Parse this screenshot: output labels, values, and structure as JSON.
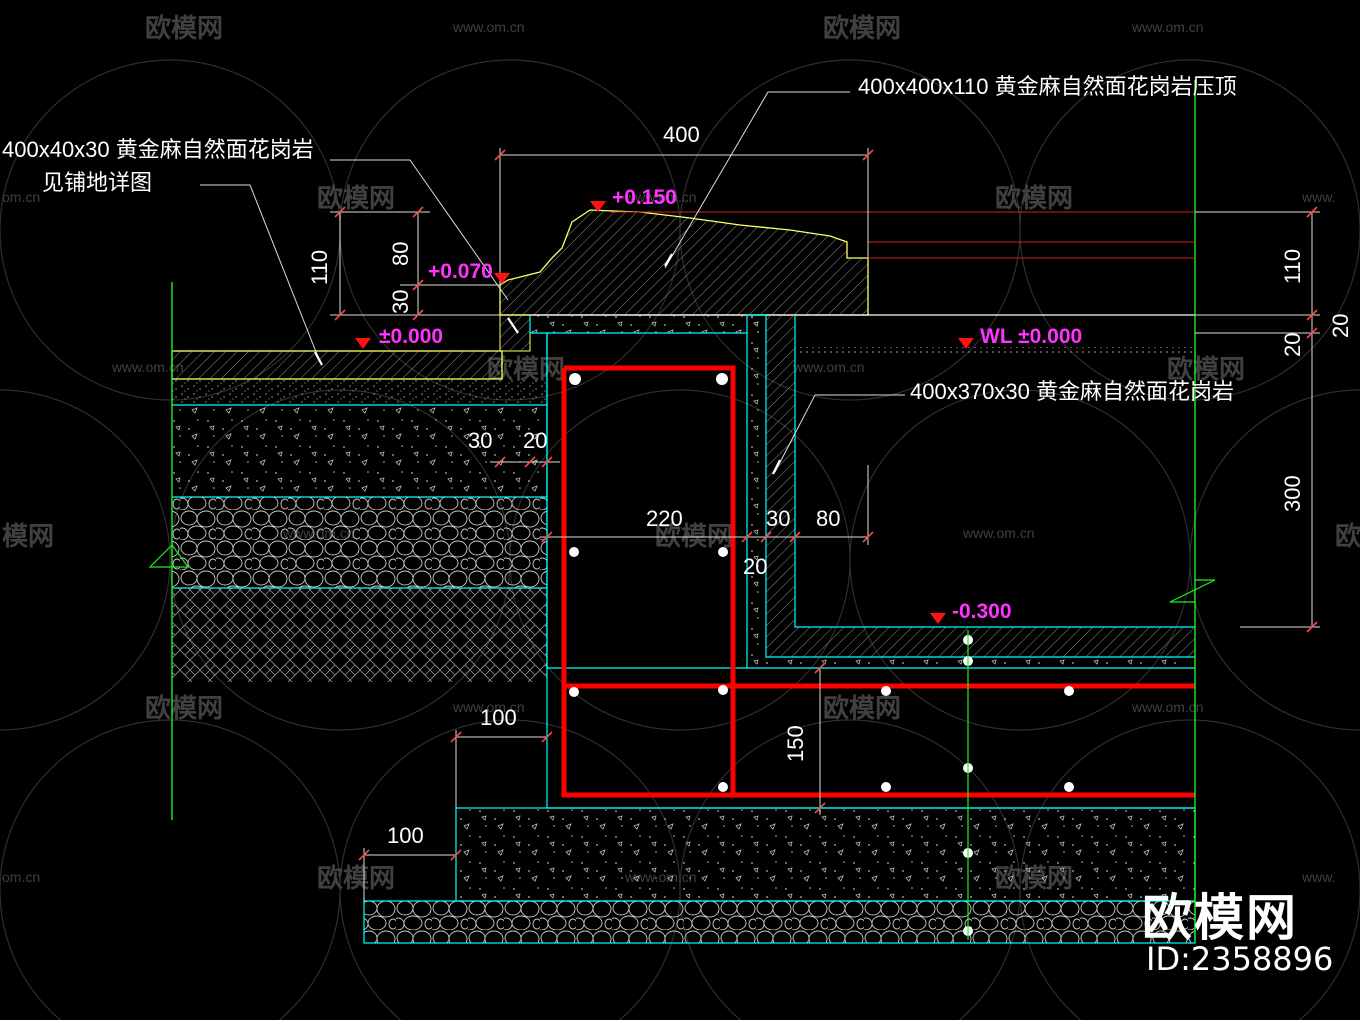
{
  "watermark": {
    "brand": "欧模网",
    "site": "www.om.cn",
    "site_short": "om.cn",
    "brand_partial": "模网",
    "site_partial": "www.",
    "brand_cut": "欧"
  },
  "logo": {
    "name": "欧模网",
    "id": "ID:2358896"
  },
  "annotations": {
    "coping": "400x400x110 黄金麻自然面花岗岩压顶",
    "paving_line1": "400x40x30 黄金麻自然面花岗岩",
    "paving_line2": "见铺地详图",
    "wall_cladding": "400x370x30 黄金麻自然面花岗岩"
  },
  "elevations": {
    "coping_top": "+0.150",
    "step": "+0.070",
    "ground": "±0.000",
    "water": "WL ±0.000",
    "pool_bottom": "-0.300"
  },
  "dimensions": {
    "coping_width": "400",
    "coping_height": "110",
    "upper_80": "80",
    "upper_30": "30",
    "right_110": "110",
    "right_20a": "20",
    "right_20b": "20",
    "right_300": "300",
    "d30_left": "30",
    "d20_left": "20",
    "wall_220": "220",
    "d30_right": "30",
    "d80_right": "80",
    "d20_mid": "20",
    "d150": "150",
    "d100_upper": "100",
    "d100_lower": "100"
  },
  "colors": {
    "background": "#000000",
    "outline_cyan": "#00ffff",
    "rebar_red": "#ff0000",
    "level_magenta": "#ff33ff",
    "stone_yellow": "#ffff66",
    "axis_green": "#22ee22",
    "text_white": "#ffffff"
  }
}
